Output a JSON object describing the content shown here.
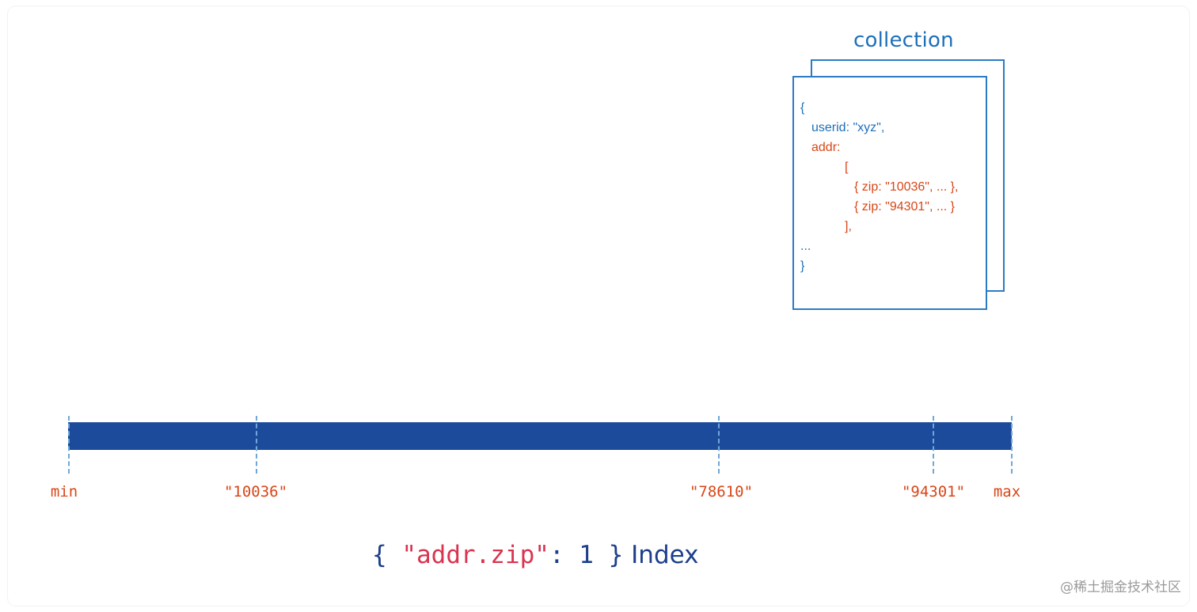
{
  "collection": {
    "title": "collection",
    "document_lines": [
      {
        "text": "{",
        "color": "#1e6fba",
        "indent": 0
      },
      {
        "text": "userid: \"xyz\",",
        "color": "#1e6fba",
        "indent": 14
      },
      {
        "text": "addr:",
        "color": "#d84617",
        "indent": 14
      },
      {
        "text": "[",
        "color": "#d84617",
        "indent": 56
      },
      {
        "text": "{ zip: \"10036\", ... },",
        "color": "#d84617",
        "indent": 68
      },
      {
        "text": "{ zip: \"94301\", ... }",
        "color": "#d84617",
        "indent": 68
      },
      {
        "text": "],",
        "color": "#d84617",
        "indent": 56
      },
      {
        "text": "...",
        "color": "#1e6fba",
        "indent": 0
      },
      {
        "text": "}",
        "color": "#1e6fba",
        "indent": 0
      }
    ]
  },
  "index_bar": {
    "color": "#1c4b9c",
    "ticks": [
      {
        "label": "min",
        "id": "min"
      },
      {
        "label": "\"10036\"",
        "id": "10036"
      },
      {
        "label": "\"78610\"",
        "id": "78610"
      },
      {
        "label": "\"94301\"",
        "id": "94301"
      },
      {
        "label": "max",
        "id": "max"
      }
    ]
  },
  "index_caption": {
    "open_brace": "{ ",
    "field": "\"addr.zip\"",
    "separator": ": 1 ",
    "close_brace": "}",
    "word": " Index"
  },
  "watermark": "@稀土掘金技术社区"
}
